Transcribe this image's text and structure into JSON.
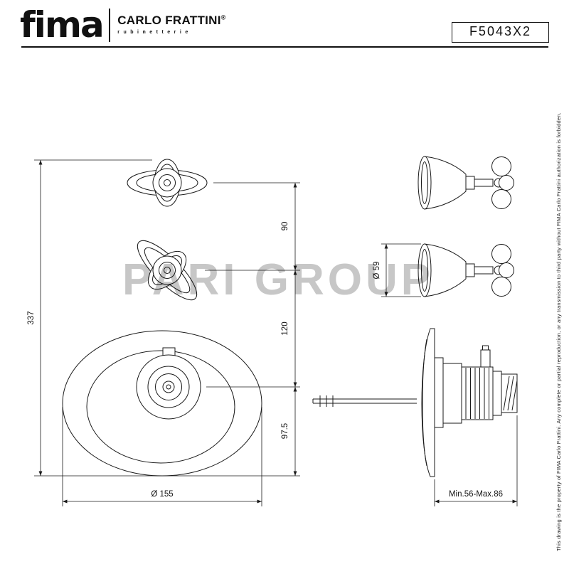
{
  "header": {
    "logo": "fima",
    "brand": "CARLO FRATTINI",
    "brand_mark": "®",
    "brand_sub": "rubinetterie",
    "product_code": "F5043X2"
  },
  "watermark": "PARI GROUP",
  "drawing": {
    "dims": {
      "total_height": "337",
      "handle_gap": "90",
      "valve_gap": "120",
      "plate_offset": "97.5",
      "plate_diameter": "Ø 155",
      "handle_diameter": "Ø 59",
      "depth_range": "Min.56-Max.86"
    }
  },
  "copyright_note": "This drawing is the property of FIMA Carlo Frattini. Any complete or partial reproduction, or any transmission to third party without FIMA Carlo Frattini authorization is forbidden.",
  "colors": {
    "line": "#1a1a1a",
    "watermark": "#c7c7c7",
    "background": "#ffffff"
  }
}
